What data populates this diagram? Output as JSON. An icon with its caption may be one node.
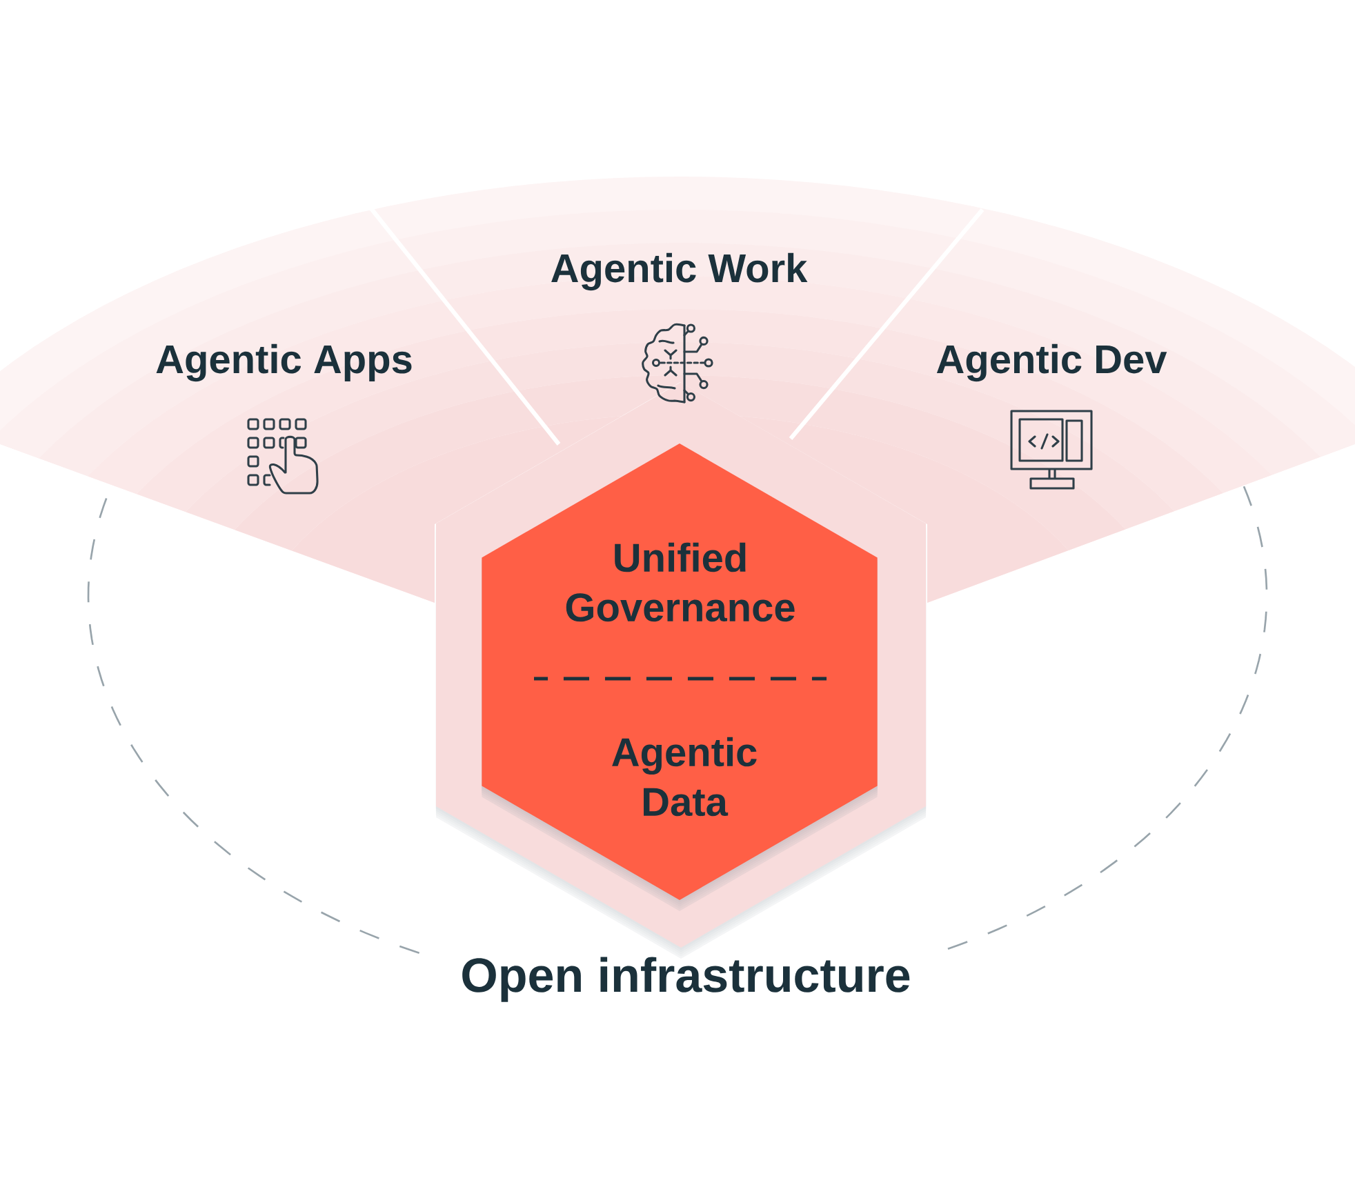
{
  "diagram": {
    "nodes": [
      {
        "text": [
          "Agentic Apps"
        ]
      },
      {
        "text": [
          "Agentic Work"
        ]
      },
      {
        "text": [
          "Agentic Dev"
        ]
      },
      {
        "text": [
          "Unified Governance",
          "Agentic Data"
        ]
      },
      {
        "text": [
          "Open infrastructure"
        ]
      }
    ]
  }
}
